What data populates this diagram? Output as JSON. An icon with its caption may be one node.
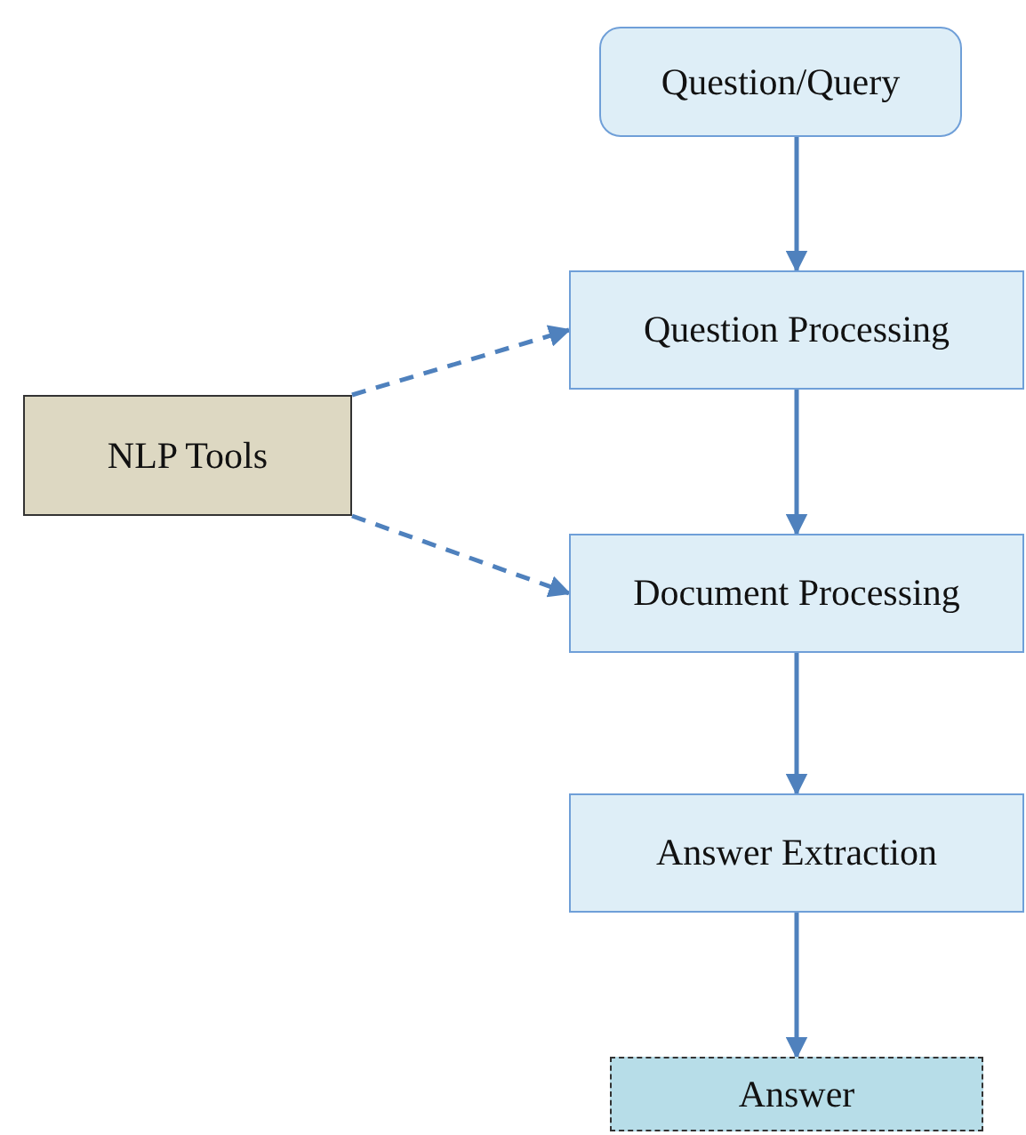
{
  "diagram": {
    "nodes": [
      {
        "text": [
          "Question/Query"
        ]
      },
      {
        "text": [
          "Question Processing"
        ]
      },
      {
        "text": [
          "Document Processing"
        ]
      },
      {
        "text": [
          "Answer Extraction"
        ]
      },
      {
        "text": [
          "Answer"
        ]
      },
      {
        "text": [
          "NLP Tools"
        ]
      }
    ],
    "edges": [
      {
        "from": 0,
        "to": 1,
        "arrow": "to"
      },
      {
        "from": 1,
        "to": 2,
        "arrow": "to"
      },
      {
        "from": 2,
        "to": 3,
        "arrow": "to"
      },
      {
        "from": 3,
        "to": 4,
        "arrow": "to"
      },
      {
        "from": 5,
        "to": 1,
        "arrow": "to",
        "style": "dashed"
      },
      {
        "from": 5,
        "to": 2,
        "arrow": "to",
        "style": "dashed"
      }
    ]
  }
}
